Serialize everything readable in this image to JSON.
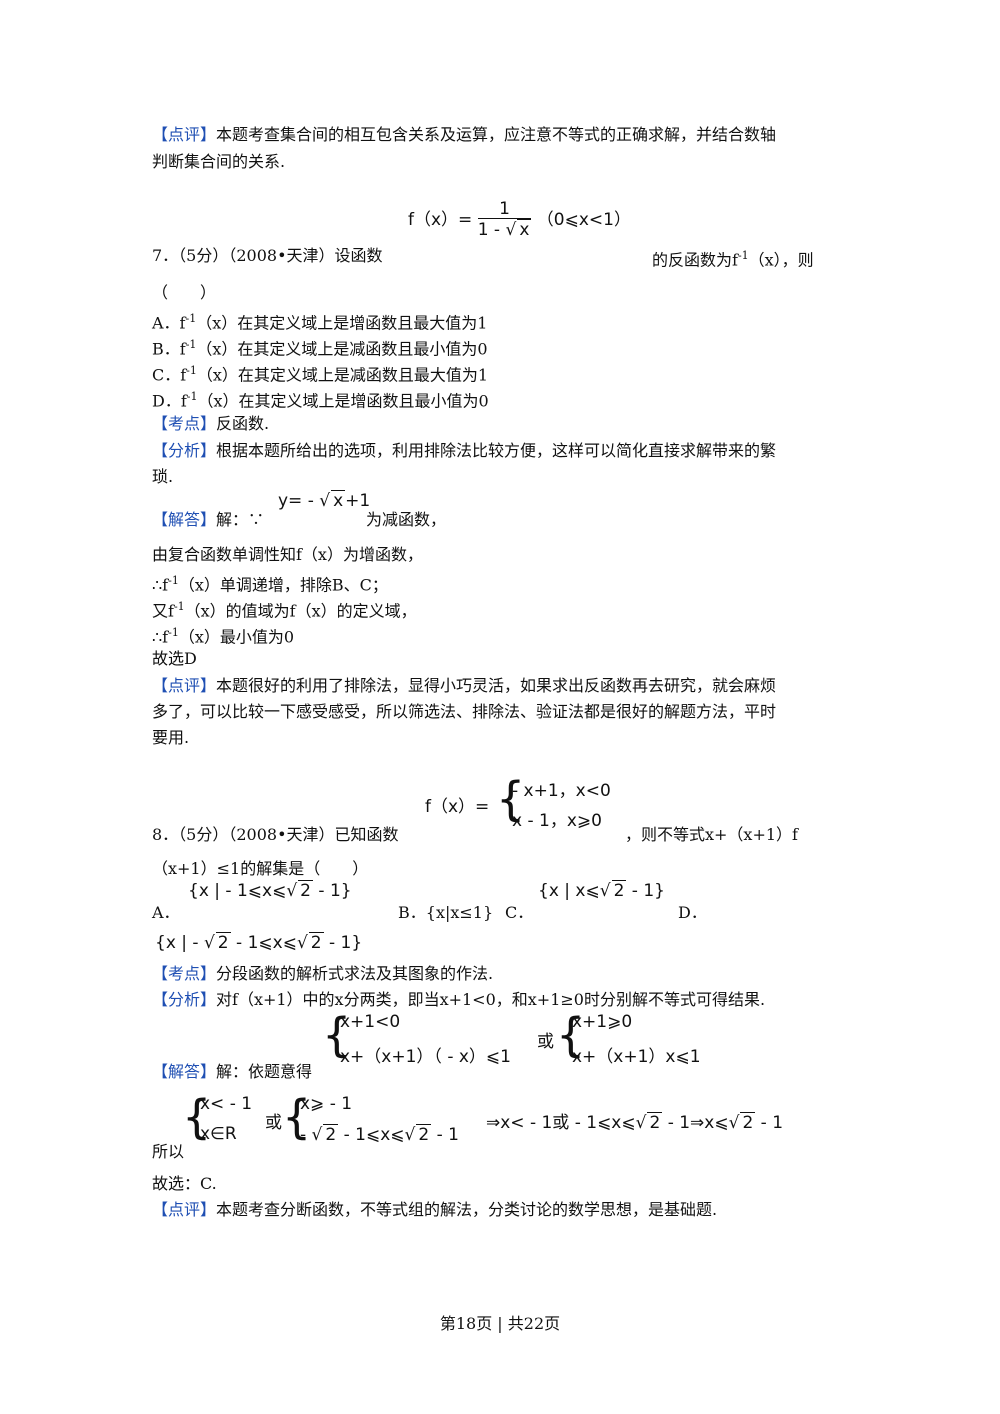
{
  "review_top": {
    "tag": "【点评】",
    "line1": "本题考查集合间的相互包含关系及运算，应注意不等式的正确求解，并结合数轴",
    "line2": "判断集合间的关系."
  },
  "q7": {
    "formula_lhs": "f（x）=",
    "formula_num": "1",
    "formula_den_pre": "1 - ",
    "formula_den_rad": "x",
    "formula_domain": "（0⩽x<1）",
    "stem_left": "7．（5分）（2008•天津）设函数",
    "stem_right_pre": "的反函数为f",
    "stem_right_sup": "-1",
    "stem_right_post": "（x），则",
    "paren": "（　　）",
    "options": [
      {
        "pre": "A．f",
        "sup": "-1",
        "post": "（x）在其定义域上是增函数且最大值为1"
      },
      {
        "pre": "B．f",
        "sup": "-1",
        "post": "（x）在其定义域上是减函数且最小值为0"
      },
      {
        "pre": "C．f",
        "sup": "-1",
        "post": "（x）在其定义域上是减函数且最大值为1"
      },
      {
        "pre": "D．f",
        "sup": "-1",
        "post": "（x）在其定义域上是增函数且最小值为0"
      }
    ],
    "kaodian_tag": "【考点】",
    "kaodian": "反函数.",
    "fenxi_tag": "【分析】",
    "fenxi1": "根据本题所给出的选项，利用排除法比较方便，这样可以简化直接求解带来的繁",
    "fenxi2": "琐.",
    "jieda_tag": "【解答】",
    "jieda_pre": "解：∵",
    "jieda_formula_pre": "y= - ",
    "jieda_formula_rad": "x",
    "jieda_formula_post": "+1",
    "jieda_post": "为减函数，",
    "l1": "由复合函数单调性知f（x）为增函数，",
    "l2_pre": "∴f",
    "l2_sup": "-1",
    "l2_post": "（x）单调递增，排除B、C；",
    "l3_pre": "又f",
    "l3_sup": "-1",
    "l3_post": "（x）的值域为f（x）的定义域，",
    "l4_pre": "∴f",
    "l4_sup": "-1",
    "l4_post": "（x）最小值为0",
    "l5": "故选D",
    "dianping_tag": "【点评】",
    "dianping1": "本题很好的利用了排除法，显得小巧灵活，如果求出反函数再去研究，就会麻烦",
    "dianping2": "多了，可以比较一下感受感受，所以筛选法、排除法、验证法都是很好的解题方法，平时",
    "dianping3": "要用."
  },
  "q8": {
    "f_lhs": "f（x）=",
    "piece1": "- x+1，x<0",
    "piece2": "x - 1，x⩾0",
    "stem_left": "8．（5分）（2008•天津）已知函数",
    "stem_right": "，则不等式x+（x+1）f",
    "stem2": "（x+1）≤1的解集是（　　）",
    "optA_label": "A．",
    "optA_pre": "{x | - 1⩽x⩽",
    "optA_rad": "2",
    "optA_post": " - 1}",
    "optB": "B．{x|x≤1}",
    "optC_label": "C．",
    "optC_pre": "{x | x⩽",
    "optC_rad": "2",
    "optC_post": " - 1}",
    "optD_label": "D．",
    "optD_pre": "{x | - ",
    "optD_rad1": "2",
    "optD_mid": " - 1⩽x⩽",
    "optD_rad2": "2",
    "optD_post": " - 1}",
    "kaodian_tag": "【考点】",
    "kaodian": "分段函数的解析式求法及其图象的作法.",
    "fenxi_tag": "【分析】",
    "fenxi": "对f（x+1）中的x分两类，即当x+1<0，和x+1≥0时分别解不等式可得结果.",
    "jieda_tag": "【解答】",
    "jieda": "解：依题意得",
    "sys1a": "x+1<0",
    "sys1b": "x+（x+1）（ - x）⩽1",
    "huo": "或",
    "sys2a": "x+1⩾0",
    "sys2b": "x+（x+1）x⩽1",
    "suoyi": "所以",
    "s3a": "x< - 1",
    "s3b": "x∈R",
    "s4a": "x⩾ - 1",
    "s4b_pre": " - ",
    "s4b_rad1": "2",
    "s4b_mid": " - 1⩽x⩽",
    "s4b_rad2": "2",
    "s4b_post": " - 1",
    "res_pre": "⇒x< - 1或 - 1⩽x⩽",
    "res_rad1": "2",
    "res_mid": " - 1⇒x⩽",
    "res_rad2": "2",
    "res_post": " - 1",
    "guxuan": "故选：C.",
    "dianping_tag": "【点评】",
    "dianping": "本题考查分断函数，不等式组的解法，分类讨论的数学思想，是基础题."
  },
  "footer": {
    "text": "第18页 | 共22页"
  }
}
